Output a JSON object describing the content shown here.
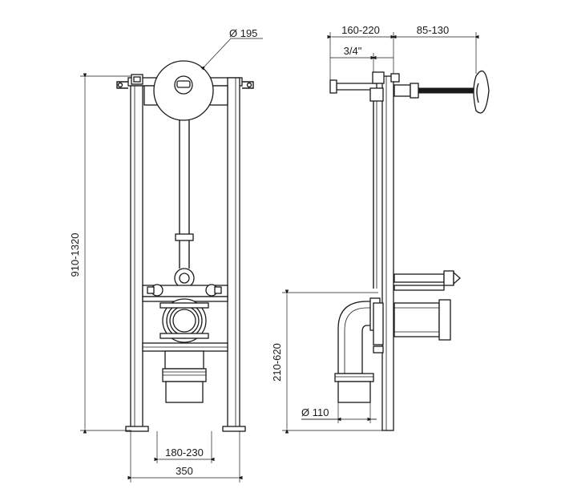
{
  "dimensions": {
    "flush_plate_diameter": "Ø 195",
    "total_height": "910-1320",
    "inlet_spacing": "180-230",
    "frame_width": "350",
    "depth_behind_wall": "160-220",
    "wall_to_plate": "85-130",
    "water_connection": "3/4\"",
    "outlet_height": "210-620",
    "drain_diameter": "Ø 110"
  }
}
